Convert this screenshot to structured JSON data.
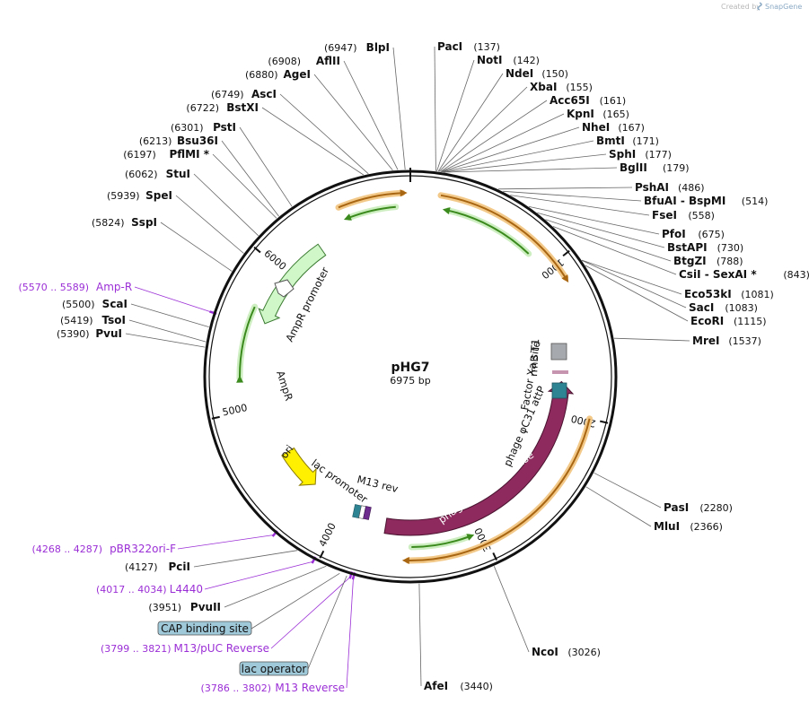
{
  "credit": {
    "text": "Created by",
    "brand": "SnapGene"
  },
  "plasmid": {
    "name": "pHG7",
    "length_label": "6975 bp",
    "length": 6975
  },
  "ticks": [
    {
      "pos": 1000,
      "label": "1000"
    },
    {
      "pos": 2000,
      "label": "2000"
    },
    {
      "pos": 3000,
      "label": "3000"
    },
    {
      "pos": 4000,
      "label": "4000"
    },
    {
      "pos": 5000,
      "label": "5000"
    },
    {
      "pos": 6000,
      "label": "6000"
    }
  ],
  "enzymes_right": [
    {
      "name": "PacI",
      "pos": "(137)",
      "site": 137
    },
    {
      "name": "NotI",
      "pos": "(142)",
      "site": 142
    },
    {
      "name": "NdeI",
      "pos": "(150)",
      "site": 150
    },
    {
      "name": "XbaI",
      "pos": "(155)",
      "site": 155
    },
    {
      "name": "Acc65I",
      "pos": "(161)",
      "site": 161
    },
    {
      "name": "KpnI",
      "pos": "(165)",
      "site": 165
    },
    {
      "name": "NheI",
      "pos": "(167)",
      "site": 167
    },
    {
      "name": "BmtI",
      "pos": "(171)",
      "site": 171
    },
    {
      "name": "SphI",
      "pos": "(177)",
      "site": 177
    },
    {
      "name": "BglII",
      "pos": "(179)",
      "site": 179
    },
    {
      "name": "PshAI",
      "pos": "(486)",
      "site": 486
    },
    {
      "name": "BfuAI - BspMI",
      "pos": "(514)",
      "site": 514
    },
    {
      "name": "FseI",
      "pos": "(558)",
      "site": 558
    },
    {
      "name": "PfoI",
      "pos": "(675)",
      "site": 675
    },
    {
      "name": "BstAPI",
      "pos": "(730)",
      "site": 730
    },
    {
      "name": "BtgZI",
      "pos": "(788)",
      "site": 788
    },
    {
      "name": "CsiI - SexAI *",
      "pos": "(843)",
      "site": 843
    },
    {
      "name": "Eco53kI",
      "pos": "(1081)",
      "site": 1081
    },
    {
      "name": "SacI",
      "pos": "(1083)",
      "site": 1083
    },
    {
      "name": "EcoRI",
      "pos": "(1115)",
      "site": 1115
    },
    {
      "name": "MreI",
      "pos": "(1537)",
      "site": 1537
    },
    {
      "name": "PasI",
      "pos": "(2280)",
      "site": 2280
    },
    {
      "name": "MluI",
      "pos": "(2366)",
      "site": 2366
    },
    {
      "name": "NcoI",
      "pos": "(3026)",
      "site": 3026
    },
    {
      "name": "AfeI",
      "pos": "(3440)",
      "site": 3440
    }
  ],
  "enzymes_left": [
    {
      "name": "BlpI",
      "pos": "(6947)",
      "site": 6947
    },
    {
      "name": "AflII",
      "pos": "(6908)",
      "site": 6908
    },
    {
      "name": "AgeI",
      "pos": "(6880)",
      "site": 6880
    },
    {
      "name": "AscI",
      "pos": "(6749)",
      "site": 6749
    },
    {
      "name": "BstXI",
      "pos": "(6722)",
      "site": 6722
    },
    {
      "name": "PstI",
      "pos": "(6301)",
      "site": 6301
    },
    {
      "name": "Bsu36I",
      "pos": "(6213)",
      "site": 6213
    },
    {
      "name": "PflMI *",
      "pos": "(6197)",
      "site": 6197
    },
    {
      "name": "StuI",
      "pos": "(6062)",
      "site": 6062
    },
    {
      "name": "SpeI",
      "pos": "(5939)",
      "site": 5939
    },
    {
      "name": "SspI",
      "pos": "(5824)",
      "site": 5824
    },
    {
      "name": "ScaI",
      "pos": "(5500)",
      "site": 5500
    },
    {
      "name": "TsoI",
      "pos": "(5419)",
      "site": 5419
    },
    {
      "name": "PvuI",
      "pos": "(5390)",
      "site": 5390
    },
    {
      "name": "PciI",
      "pos": "(4127)",
      "site": 4127
    },
    {
      "name": "PvuII",
      "pos": "(3951)",
      "site": 3951
    }
  ],
  "primers": [
    {
      "name": "Amp-R",
      "range": "(5570 .. 5589)",
      "site": 5580
    },
    {
      "name": "pBR322ori-F",
      "range": "(4268 .. 4287)",
      "site": 4277
    },
    {
      "name": "L4440",
      "range": "(4017 .. 4034)",
      "site": 4025
    },
    {
      "name": "M13/pUC Reverse",
      "range": "(3799 .. 3821)",
      "site": 3810
    },
    {
      "name": "M13 Reverse",
      "range": "(3786 .. 3802)",
      "site": 3794
    }
  ],
  "boxed_features": [
    {
      "name": "CAP binding site",
      "site": 3870
    },
    {
      "name": "lac operator",
      "site": 3830
    }
  ],
  "features": {
    "ampr_promoter": "AmpR promoter",
    "ampr": "AmpR",
    "ori": "ori",
    "lac_promoter": "lac promoter",
    "m13_rev": "M13 rev",
    "integrase": "phage φC31 integrase",
    "attp": "phage φC31 attP",
    "factor_xa": "Factor Xa site",
    "rrnb_t1": "rrnB T1"
  },
  "colors": {
    "backbone": "#111111",
    "orange_arc": "#e8a33d",
    "green_arrow": "#3b8a1e",
    "ampr_fill": "#cff7c8",
    "ori_fill": "#ffef00",
    "integrase_fill": "#8e2a5e",
    "attp_fill": "#2f8494",
    "terminator_fill": "#a6a9ad",
    "primer": "#9b2fd6",
    "box_fill": "#9fc8d8"
  }
}
